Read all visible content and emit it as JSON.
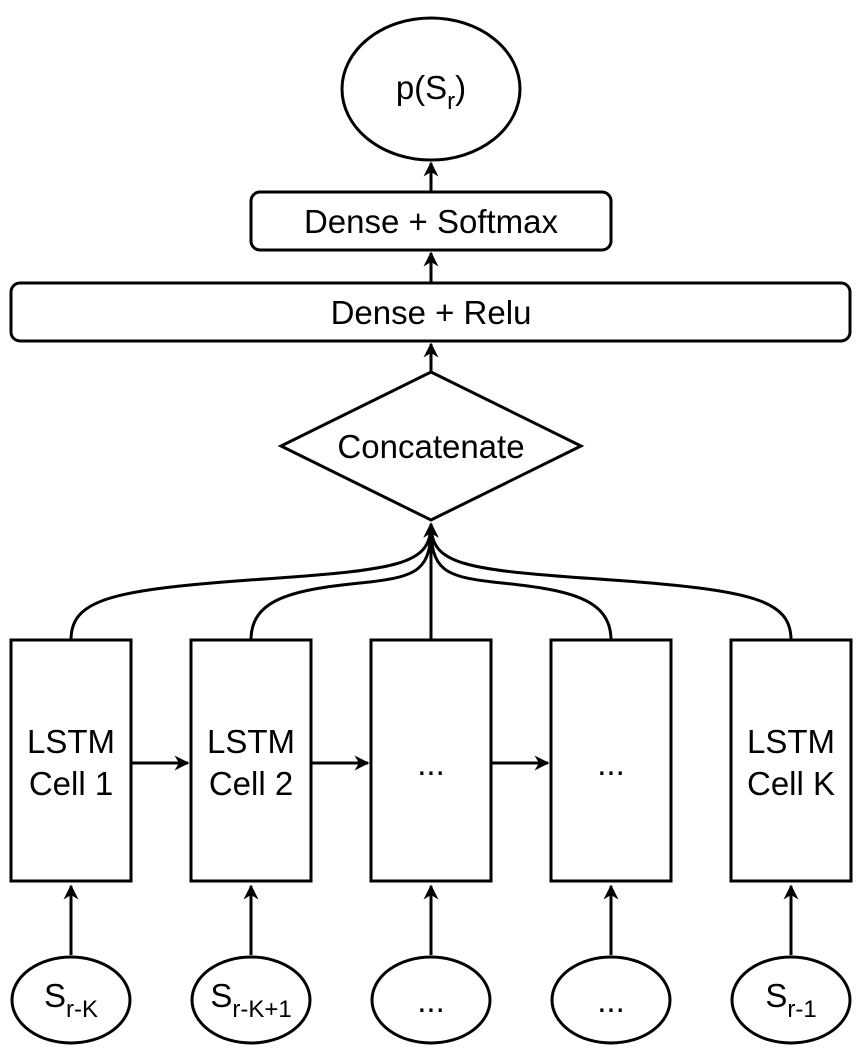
{
  "output": {
    "base": "p(S",
    "sub": "r",
    "tail": ")"
  },
  "dense_softmax": "Dense + Softmax",
  "dense_relu": "Dense + Relu",
  "concatenate": "Concatenate",
  "cells": [
    {
      "line1": "LSTM",
      "line2": "Cell 1"
    },
    {
      "line1": "LSTM",
      "line2": "Cell 2"
    },
    {
      "line1": "...",
      "line2": ""
    },
    {
      "line1": "...",
      "line2": ""
    },
    {
      "line1": "LSTM",
      "line2": "Cell K"
    }
  ],
  "inputs": [
    {
      "base": "S",
      "sub": "r-K"
    },
    {
      "base": "S",
      "sub": "r-K+1"
    },
    {
      "base": "...",
      "sub": ""
    },
    {
      "base": "...",
      "sub": ""
    },
    {
      "base": "S",
      "sub": "r-1"
    }
  ]
}
